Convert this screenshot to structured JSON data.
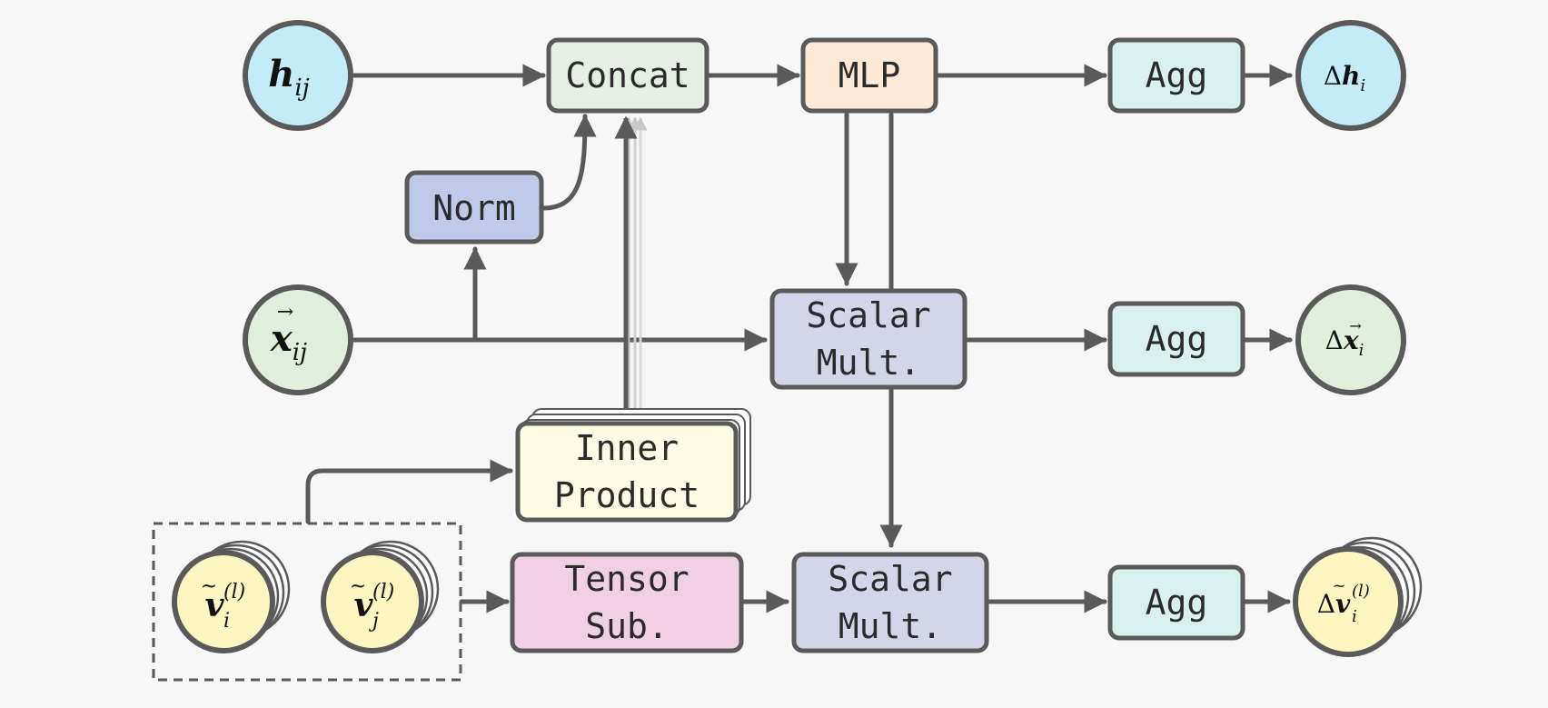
{
  "colors": {
    "stroke": "#5a5a5a",
    "blue_node": "#c4ebf8",
    "green_node": "#e0efdc",
    "yellow_node": "#fdf6c0",
    "concat": "#e5efe3",
    "mlp": "#fde9d6",
    "agg": "#d8f1ee",
    "norm": "#bfc9ea",
    "scalar_mult": "#d3d5e9",
    "inner_product": "#fdfbe3",
    "tensor_sub": "#f1d0e6",
    "background": "#f7f7f7"
  },
  "nodes": {
    "h_in": {
      "sym": "h",
      "sub": "ij"
    },
    "x_in": {
      "sym": "x",
      "sub": "ij"
    },
    "vi_in": {
      "sym": "v",
      "sub": "i",
      "sup": "(l)"
    },
    "vj_in": {
      "sym": "v",
      "sub": "j",
      "sup": "(l)"
    },
    "dh_out": {
      "delta": "Δ",
      "sym": "h",
      "sub": "i"
    },
    "dx_out": {
      "delta": "Δ",
      "sym": "x",
      "sub": "i"
    },
    "dv_out": {
      "delta": "Δ",
      "sym": "v",
      "sub": "i",
      "sup": "(l)"
    }
  },
  "boxes": {
    "concat": "Concat",
    "mlp": "MLP",
    "agg_h": "Agg",
    "norm": "Norm",
    "scalar_mult_x_line1": "Scalar",
    "scalar_mult_x_line2": "Mult.",
    "agg_x": "Agg",
    "inner_product_line1": "Inner",
    "inner_product_line2": "Product",
    "tensor_sub_line1": "Tensor",
    "tensor_sub_line2": "Sub.",
    "scalar_mult_v_line1": "Scalar",
    "scalar_mult_v_line2": "Mult.",
    "agg_v": "Agg"
  }
}
